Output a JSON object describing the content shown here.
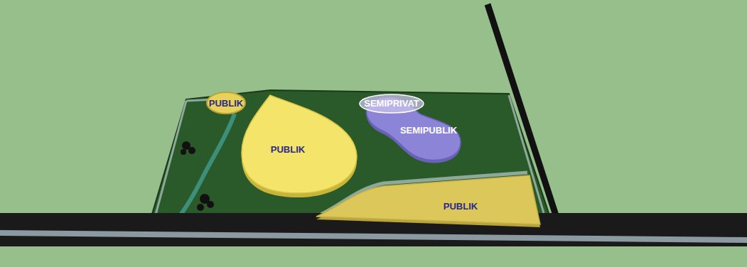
{
  "diagram": {
    "nodes": [
      {
        "text": [
          "PUBLIK"
        ]
      },
      {
        "text": [
          "SEMIPRIVAT"
        ]
      },
      {
        "text": [
          "PUBLIK"
        ]
      },
      {
        "text": [
          "SEMIPUBLIK"
        ]
      },
      {
        "text": [
          "PUBLIK"
        ]
      }
    ]
  }
}
